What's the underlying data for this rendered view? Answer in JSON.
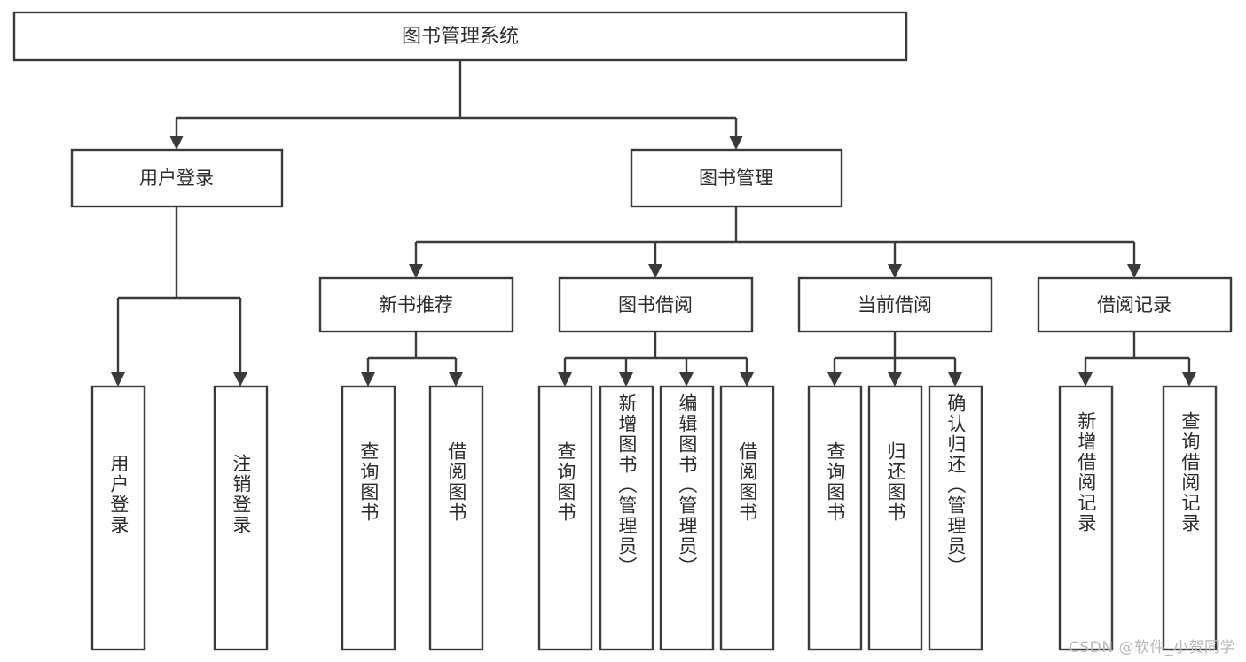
{
  "diagram": {
    "type": "tree",
    "title": "图书管理系统",
    "orientation": "top-down",
    "background_color": "#ffffff",
    "line_color": "#3a3a3a",
    "text_color": "#2b2b2b",
    "box_fill": "#ffffff"
  },
  "root": {
    "label": "图书管理系统"
  },
  "level2": [
    {
      "label": "用户登录"
    },
    {
      "label": "图书管理"
    }
  ],
  "level3": [
    {
      "label": "新书推荐"
    },
    {
      "label": "图书借阅"
    },
    {
      "label": "当前借阅"
    },
    {
      "label": "借阅记录"
    }
  ],
  "leaves": {
    "user_login": [
      {
        "label": "用户登录"
      },
      {
        "label": "注销登录"
      }
    ],
    "new_book": [
      {
        "label": "查询图书"
      },
      {
        "label": "借阅图书"
      }
    ],
    "book_borrow": [
      {
        "label": "查询图书"
      },
      {
        "label": "新增图书（管理员）"
      },
      {
        "label": "编辑图书（管理员）"
      },
      {
        "label": "借阅图书"
      }
    ],
    "current_borrow": [
      {
        "label": "查询图书"
      },
      {
        "label": "归还图书"
      },
      {
        "label": "确认归还（管理员）"
      }
    ],
    "borrow_record": [
      {
        "label": "新增借阅记录"
      },
      {
        "label": "查询借阅记录"
      }
    ]
  },
  "watermark": {
    "text": "CSDN @软件_小贺同学"
  }
}
